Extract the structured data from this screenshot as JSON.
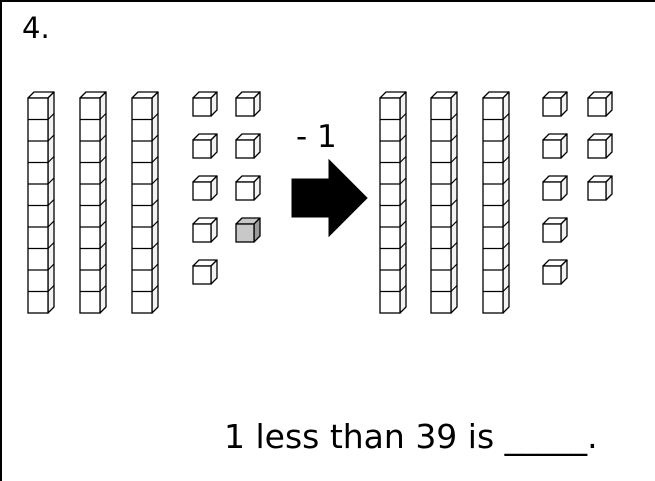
{
  "problem": {
    "number": "4.",
    "operation_label": "- 1",
    "sentence": "1 less than 39 is _____."
  },
  "before": {
    "tens_rods": 3,
    "ones_cubes": 9,
    "cubes_per_rod": 10,
    "shaded_ones": 1
  },
  "after": {
    "tens_rods": 3,
    "ones_cubes": 8,
    "cubes_per_rod": 10
  },
  "colors": {
    "cube_fill": "#ffffff",
    "cube_side": "#f2f2f2",
    "shaded_fill": "#c8c8c8",
    "shaded_side": "#9a9a9a",
    "line": "#000000",
    "arrow": "#000000"
  },
  "icons": {
    "arrow": "right-arrow-icon"
  }
}
